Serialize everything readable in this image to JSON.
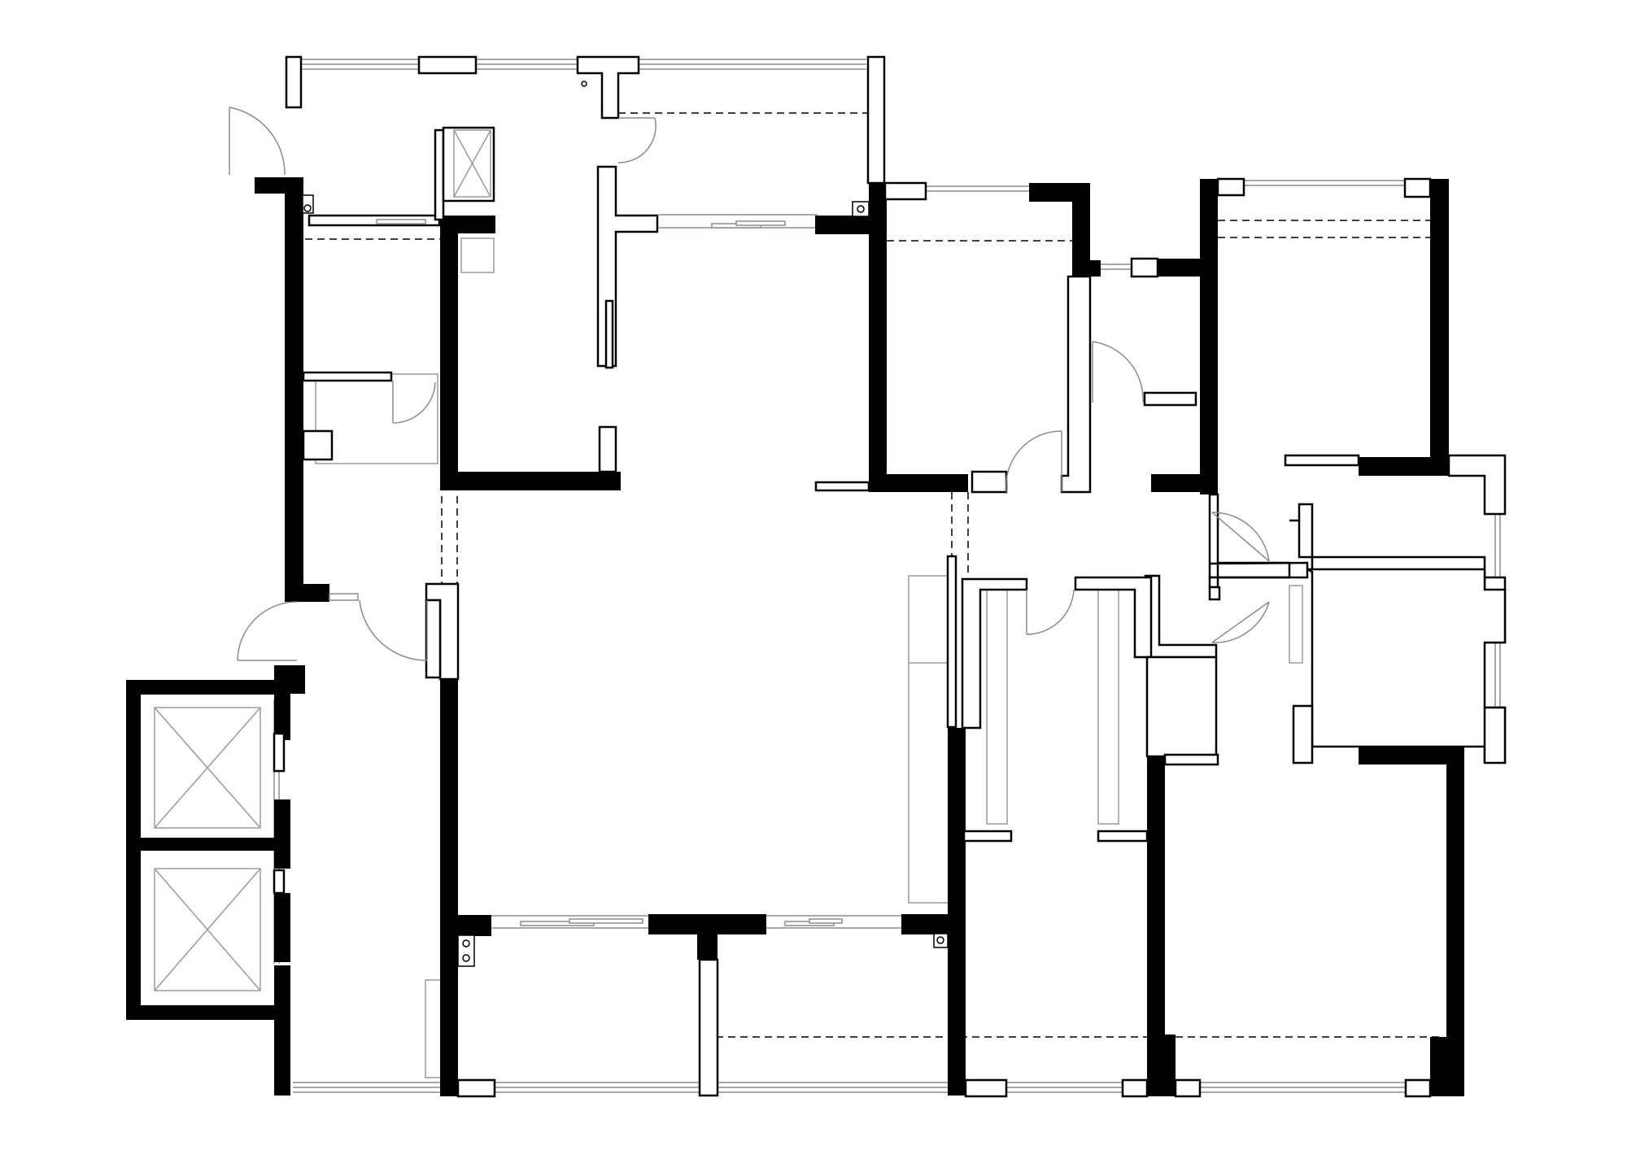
{
  "diagram": {
    "type": "floor-plan",
    "labels": [],
    "colors": {
      "background": "#ffffff",
      "wall": "#000000",
      "outline": "#000000",
      "fixture": "#9a9a9a",
      "window": "#8c8c8c"
    },
    "rooms": [
      "north-balcony",
      "kitchen",
      "laundry",
      "bathroom-west",
      "living-dining",
      "bedroom-north-middle",
      "bedroom-north-east",
      "bathroom-middle",
      "bathroom-east",
      "bedroom-south-east",
      "bedroom-south-middle",
      "south-balcony",
      "elevator-lobby"
    ],
    "elevators": 2,
    "doors": 9
  }
}
